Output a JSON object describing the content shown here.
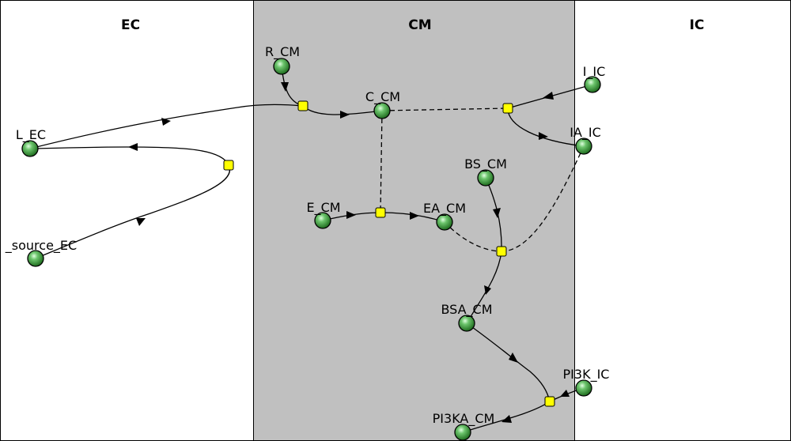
{
  "compartments": [
    {
      "id": "EC",
      "label": "EC",
      "fill": "#ffffff"
    },
    {
      "id": "CM",
      "label": "CM",
      "fill": "#c0c0c0"
    },
    {
      "id": "IC",
      "label": "IC",
      "fill": "#ffffff"
    }
  ],
  "species": [
    {
      "id": "R_CM",
      "label": "R_CM"
    },
    {
      "id": "C_CM",
      "label": "C_CM"
    },
    {
      "id": "L_EC",
      "label": "L_EC"
    },
    {
      "id": "L_source_EC",
      "label": "_source_EC"
    },
    {
      "id": "E_CM",
      "label": "E_CM"
    },
    {
      "id": "EA_CM",
      "label": "EA_CM"
    },
    {
      "id": "BS_CM",
      "label": "BS_CM"
    },
    {
      "id": "I_IC",
      "label": "I_IC"
    },
    {
      "id": "IA_IC",
      "label": "IA_IC"
    },
    {
      "id": "BSA_CM",
      "label": "BSA_CM"
    },
    {
      "id": "PI3K_IC",
      "label": "PI3K_IC"
    },
    {
      "id": "PI3KA_CM",
      "label": "PI3KA_CM"
    }
  ],
  "reactions": [
    {
      "id": "r1"
    },
    {
      "id": "r2"
    },
    {
      "id": "r3"
    },
    {
      "id": "r4"
    },
    {
      "id": "r5"
    },
    {
      "id": "r6"
    },
    {
      "id": "r7"
    }
  ],
  "edges": [
    {
      "id": "e1",
      "from": "R_CM",
      "to": "r1",
      "style": "solid",
      "arrow": true
    },
    {
      "id": "e2",
      "from": "L_EC",
      "to": "r1",
      "style": "solid",
      "arrow": true
    },
    {
      "id": "e3",
      "from": "r1",
      "to": "C_CM",
      "style": "solid",
      "arrow": true
    },
    {
      "id": "e4",
      "from": "L_source_EC",
      "to": "r2",
      "style": "solid",
      "arrow": true
    },
    {
      "id": "e5",
      "from": "r2",
      "to": "L_EC",
      "style": "solid",
      "arrow": true
    },
    {
      "id": "e6",
      "from": "C_CM",
      "to": "r4",
      "style": "dashed",
      "arrow": false
    },
    {
      "id": "e7",
      "from": "I_IC",
      "to": "r4",
      "style": "solid",
      "arrow": true
    },
    {
      "id": "e8",
      "from": "r4",
      "to": "IA_IC",
      "style": "solid",
      "arrow": true
    },
    {
      "id": "e9",
      "from": "C_CM",
      "to": "r3",
      "style": "dashed",
      "arrow": false
    },
    {
      "id": "e10",
      "from": "E_CM",
      "to": "r3",
      "style": "solid",
      "arrow": true
    },
    {
      "id": "e11",
      "from": "r3",
      "to": "EA_CM",
      "style": "solid",
      "arrow": true
    },
    {
      "id": "e12",
      "from": "EA_CM",
      "to": "r5",
      "style": "dashed",
      "arrow": false
    },
    {
      "id": "e13",
      "from": "IA_IC",
      "to": "r5",
      "style": "dashed",
      "arrow": false
    },
    {
      "id": "e14",
      "from": "BS_CM",
      "to": "r5",
      "style": "solid",
      "arrow": true
    },
    {
      "id": "e15",
      "from": "r5",
      "to": "BSA_CM",
      "style": "solid",
      "arrow": true
    },
    {
      "id": "e16",
      "from": "BSA_CM",
      "to": "r6",
      "style": "solid",
      "arrow": true
    },
    {
      "id": "e17",
      "from": "PI3K_IC",
      "to": "r6",
      "style": "solid",
      "arrow": true
    },
    {
      "id": "e18",
      "from": "r6",
      "to": "PI3KA_CM",
      "style": "solid",
      "arrow": true
    }
  ],
  "colors": {
    "species_fill": "#3a9a3a",
    "species_highlight": "#d8f5d8",
    "reaction_fill": "#ffff00",
    "stroke": "#000000"
  }
}
